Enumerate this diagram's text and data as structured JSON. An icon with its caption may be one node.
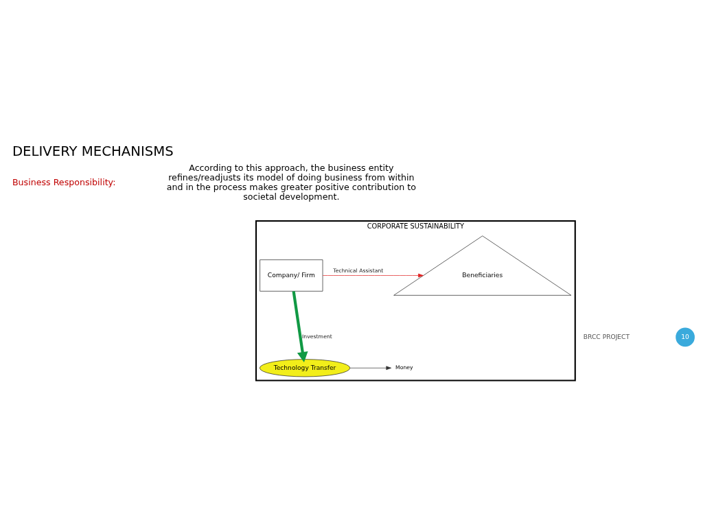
{
  "diagram": {
    "title": "DELIVERY MECHANISMS",
    "nodes": [
      {
        "text": [
          "CORPORATE SUSTAINABILITY"
        ]
      },
      {
        "text": [
          "Company/ Firm"
        ],
        "in": 0
      },
      {
        "text": [
          "Beneficiaries"
        ],
        "in": 0
      },
      {
        "text": [
          "Technology Transfer"
        ],
        "in": 0
      },
      {
        "text": [
          "Money"
        ],
        "in": 0
      },
      {
        "text": [
          "10"
        ]
      }
    ],
    "edges": [
      {
        "from": 1,
        "to": 2,
        "arrow": "to",
        "label": "Technical Assistant",
        "color": "#e02020"
      },
      {
        "from": 1,
        "to": 3,
        "arrow": "to",
        "label": "Investment",
        "style": "thick",
        "color": "#119944"
      },
      {
        "from": 3,
        "to": 4,
        "arrow": "to",
        "color": "#333333"
      }
    ],
    "labels": [
      "Business Responsibility:",
      "According to this approach, the business entity refines/readjusts its model of doing business from within and in the process makes greater positive contribution to societal development.",
      "BRCC PROJECT"
    ]
  }
}
